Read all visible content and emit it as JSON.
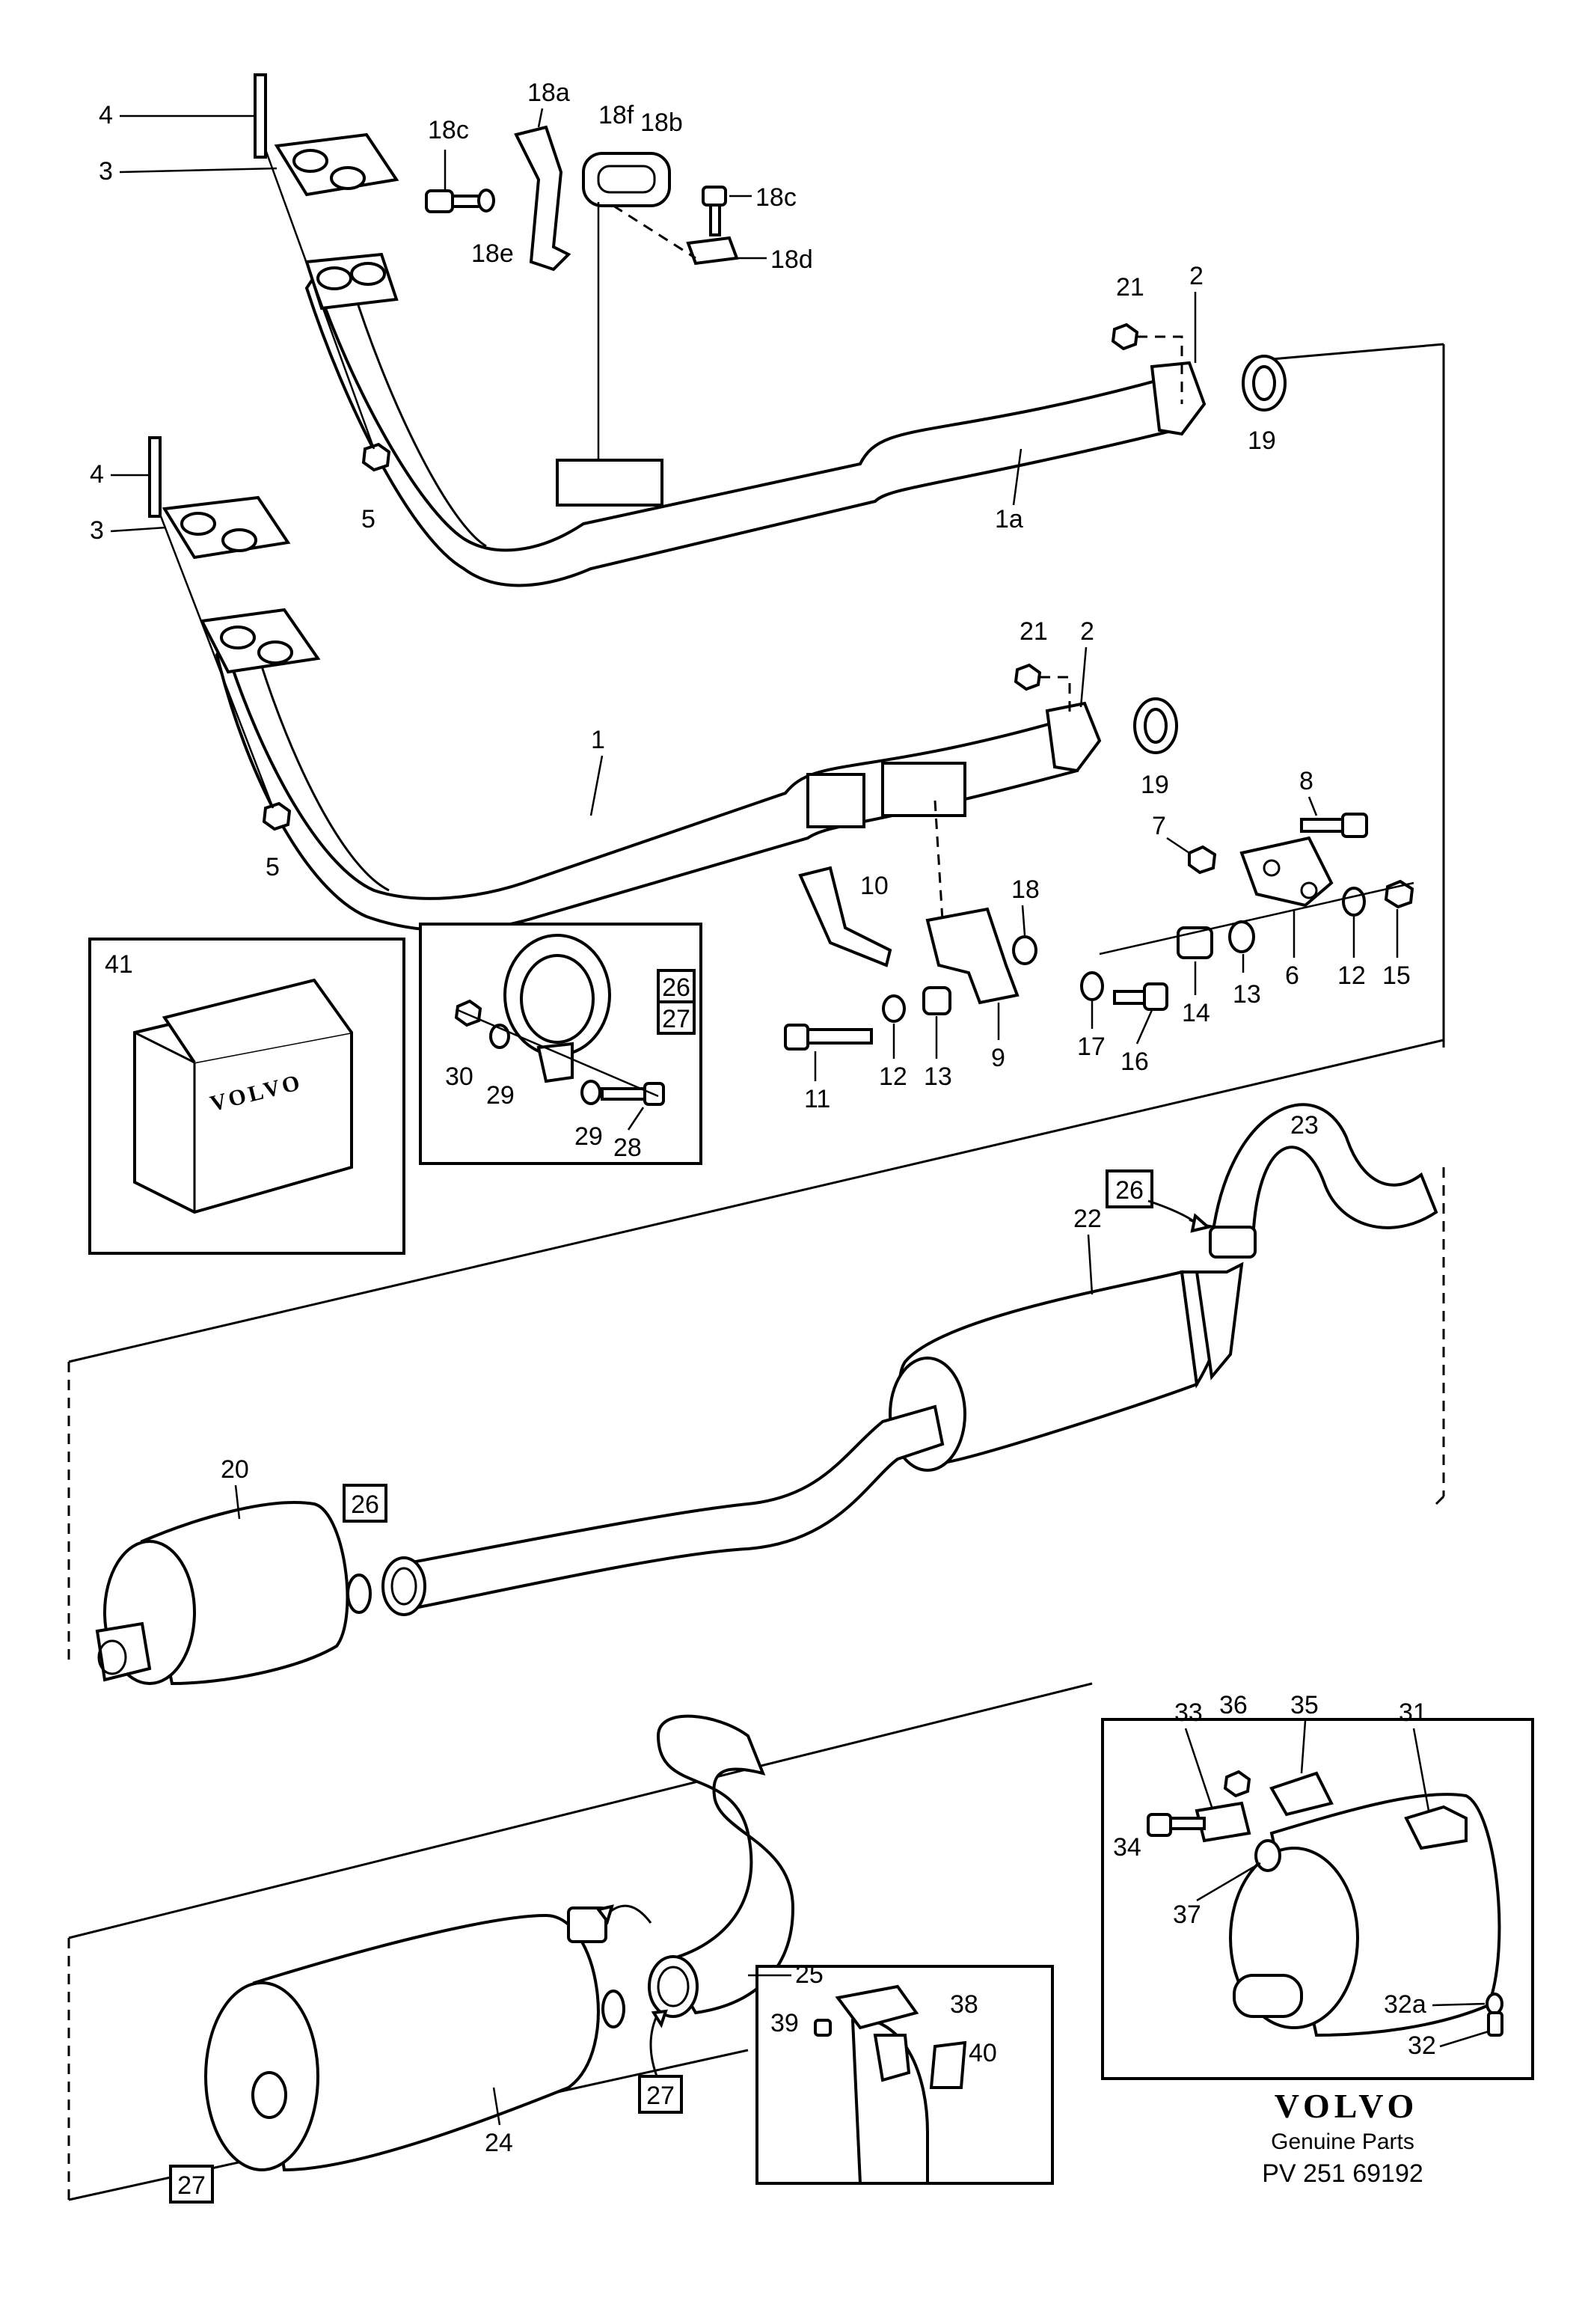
{
  "labels": {
    "l4a": "4",
    "l3a": "3",
    "l18c_left": "18c",
    "l18a": "18a",
    "l18f": "18f",
    "l18b": "18b",
    "l18c_right": "18c",
    "l18e": "18e",
    "l18d": "18d",
    "l21a": "21",
    "l2a": "2",
    "l19a": "19",
    "l5a": "5",
    "l1a": "1a",
    "l4b": "4",
    "l3b": "3",
    "l21b": "21",
    "l2b": "2",
    "l1": "1",
    "l19b": "19",
    "l8": "8",
    "l7": "7",
    "l5b": "5",
    "l10": "10",
    "l18": "18",
    "l14": "14",
    "l13a": "13",
    "l6": "6",
    "l12a": "12",
    "l15": "15",
    "l11": "11",
    "l12b": "12",
    "l13b": "13",
    "l9": "9",
    "l17": "17",
    "l16": "16",
    "l41": "41",
    "l30": "30",
    "l29a": "29",
    "l29b": "29",
    "l28": "28",
    "l23": "23",
    "l22": "22",
    "l20": "20",
    "l33": "33",
    "l36": "36",
    "l35": "35",
    "l31": "31",
    "l34": "34",
    "l37": "37",
    "l25": "25",
    "l39": "39",
    "l38": "38",
    "l40": "40",
    "l32a": "32a",
    "l32": "32",
    "l24": "24"
  },
  "boxed_labels": {
    "b26_inset": "26",
    "b27_inset": "27",
    "b26_upper": "26",
    "b26_left": "26",
    "b27_center": "27",
    "b27_bottom": "27"
  },
  "kit_box_text": "VOLVO",
  "footer": {
    "brand": "VOLVO",
    "tagline": "Genuine Parts",
    "part_number": "PV 251 69192"
  }
}
